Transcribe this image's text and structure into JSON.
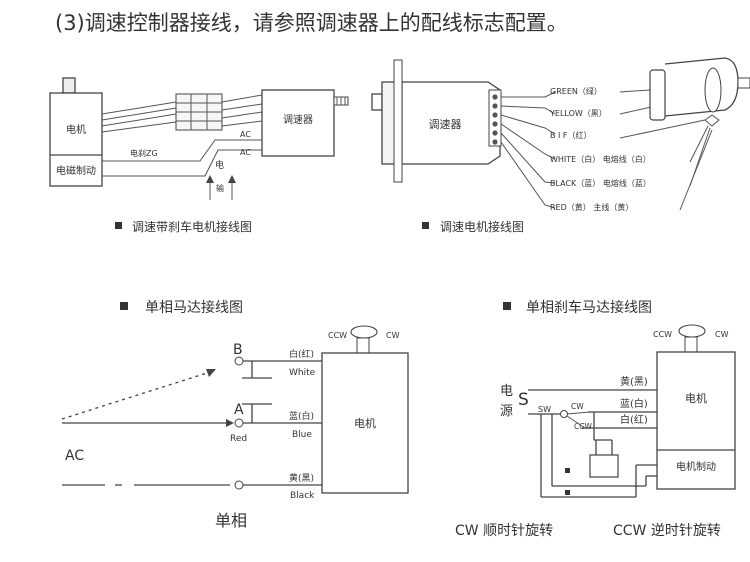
{
  "header": {
    "title": "(3)调速控制器接线，请参照调速器上的配线标志配置。"
  },
  "diagram1": {
    "caption": "调速带刹车电机接线图",
    "motor": "电机",
    "brake": "电磁制动",
    "controller": "调速器",
    "brake_label": "电刹ZG",
    "ac1": "AC",
    "ac2": "AC",
    "power_char": "电",
    "input_char": "输"
  },
  "diagram2": {
    "caption": "调速电机接线图",
    "controller": "调速器",
    "wires": [
      "GREEN（绿）",
      "YELLOW（黑）",
      "B I F（红）",
      "WHITE（白）   电熔线（白）",
      "BLACK（蓝）   电熔线（蓝）",
      "RED（黄）      主线（黄）"
    ]
  },
  "diagram3": {
    "title": "单相马达接线图",
    "ccw": "CCW",
    "cw": "CW",
    "b": "B",
    "a": "A",
    "ac": "AC",
    "wire1": "白(红)",
    "wire1_en": "White",
    "wire2": "蓝(白)",
    "wire2_en": "Blue",
    "red": "Red",
    "wire3": "黄(黑)",
    "wire3_en": "Black",
    "motor": "电机",
    "caption": "单相"
  },
  "diagram4": {
    "title": "单相刹车马达接线图",
    "ccw": "CCW",
    "cw": "CW",
    "power": "电",
    "source": "源",
    "s": "S",
    "sw": "SW",
    "cw_small": "CW",
    "ccw_small": "CCW",
    "wire1": "黄(黑)",
    "wire2": "蓝(白)",
    "wire3": "白(红)",
    "motor": "电机",
    "brake": "电机制动",
    "cw_note": "CW 顺时针旋转",
    "ccw_note": "CCW 逆时针旋转"
  }
}
